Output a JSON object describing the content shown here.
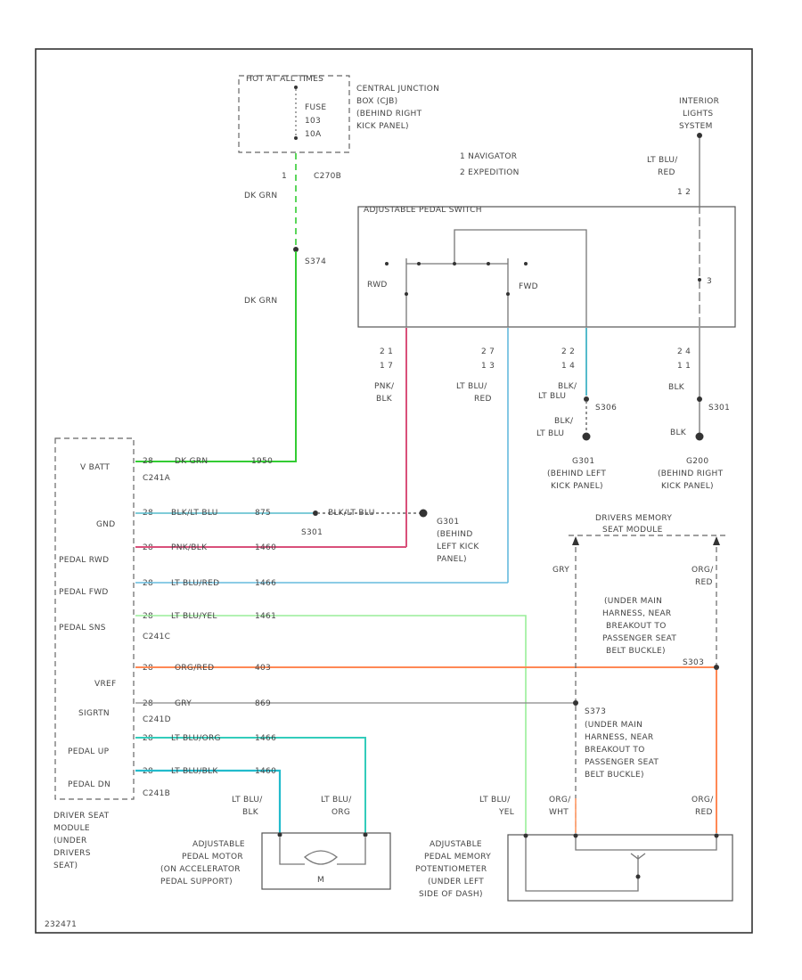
{
  "labels": {
    "hotAtAllTimes": "HOT AT ALL TIMES",
    "fuse": "FUSE",
    "fuseNo": "103",
    "fuseAmp": "10A",
    "cjbLine1": "CENTRAL JUNCTION",
    "cjbLine2": "BOX (CJB)",
    "cjbLine3": "(BEHIND RIGHT",
    "cjbLine4": "KICK PANEL)",
    "c270b": "C270B",
    "c270bPin": "1",
    "dkGrn1": "DK GRN",
    "s374": "S374",
    "dkGrn2": "DK GRN",
    "legend1": "1  NAVIGATOR",
    "legend2": "2  EXPEDITION",
    "intLightsLine1": "INTERIOR",
    "intLightsLine2": "LIGHTS",
    "intLightsLine3": "SYSTEM",
    "ltBluRedTop1": "LT BLU/",
    "ltBluRedTop2": "RED",
    "pins12": "1  2",
    "adjPedalSwitch": "ADJUSTABLE PEDAL SWITCH",
    "rwd": "RWD",
    "fwd": "FWD",
    "sw3": "3",
    "pins21": "2  1",
    "pins17": "1  7",
    "pins27": "2  7",
    "pins13": "1  3",
    "pins22": "2  2",
    "pins14": "1  4",
    "pins24": "2  4",
    "pins11": "1  1",
    "pnkBlk1": "PNK/",
    "pnkBlk2": "BLK",
    "ltBluRedMid1": "LT BLU/",
    "ltBluRedMid2": "RED",
    "blkLtBlu1a": "BLK/",
    "blkLtBlu1b": "LT BLU",
    "s306": "S306",
    "blkLtBlu2a": "BLK/",
    "blkLtBlu2b": "LT BLU",
    "blkRight": "BLK",
    "s301": "S301",
    "blkRight2": "BLK",
    "g301a": "G301",
    "g301b": "(BEHIND LEFT",
    "g301c": "KICK PANEL)",
    "g200a": "G200",
    "g200b": "(BEHIND RIGHT",
    "g200c": "KICK PANEL)",
    "vbatt": "V BATT",
    "c241a": "C241A",
    "gnd": "GND",
    "pedalRwd": "PEDAL RWD",
    "pedalFwd": "PEDAL FWD",
    "pedalSns": "PEDAL SNS",
    "c241c": "C241C",
    "vref": "VREF",
    "sigrtn": "SIGRTN",
    "c241d": "C241D",
    "pedalUp": "PEDAL UP",
    "pedalDn": "PEDAL DN",
    "c241b": "C241B",
    "wVbatt": "DK GRN",
    "cVbatt": "1950",
    "wGnd": "BLK/LT BLU",
    "cGnd": "875",
    "wGnd2": "BLK/LT BLU",
    "s301mid": "S301",
    "g301Mid1": "G301",
    "g301Mid2": "(BEHIND",
    "g301Mid3": "LEFT KICK",
    "g301Mid4": "PANEL)",
    "wRwd": "PNK/BLK",
    "cRwd": "1460",
    "wFwd": "LT BLU/RED",
    "cFwd": "1466",
    "wSns": "LT BLU/YEL",
    "cSns": "1461",
    "wVref": "ORG/RED",
    "cVref": "403",
    "wSig": "GRY",
    "cSig": "869",
    "wUp": "LT BLU/ORG",
    "cUp": "1466",
    "wDn": "LT BLU/BLK",
    "cDn": "1460",
    "pinNum": "28",
    "memModule1": "DRIVERS MEMORY",
    "memModule2": "SEAT MODULE",
    "gryLeft": "GRY",
    "orgRed1": "ORG/",
    "orgRed2": "RED",
    "s370a": "(UNDER MAIN",
    "s370b": "HARNESS, NEAR",
    "s370c": "BREAKOUT TO",
    "s370d": "PASSENGER SEAT",
    "s370e": "BELT BUCKLE)",
    "s303": "S303",
    "s373": "S373",
    "s373a": "(UNDER MAIN",
    "s373b": "HARNESS, NEAR",
    "s373c": "BREAKOUT TO",
    "s373d": "PASSENGER SEAT",
    "s373e": "BELT BUCKLE)",
    "dsmLine1": "DRIVER SEAT",
    "dsmLine2": "MODULE",
    "dsmLine3": "(UNDER",
    "dsmLine4": "DRIVERS",
    "dsmLine5": "SEAT)",
    "ltBluBlk1": "LT BLU/",
    "ltBluBlk2": "BLK",
    "ltBluOrg1": "LT BLU/",
    "ltBluOrg2": "ORG",
    "motorLine1": "ADJUSTABLE",
    "motorLine2": "PEDAL MOTOR",
    "motorLine3": "(ON ACCELERATOR",
    "motorLine4": "PEDAL SUPPORT)",
    "motorM": "M",
    "ltBluYel1": "LT BLU/",
    "ltBluYel2": "YEL",
    "orgWht1": "ORG/",
    "orgWht2": "WHT",
    "orgRedB1": "ORG/",
    "orgRedB2": "RED",
    "potLine1": "ADJUSTABLE",
    "potLine2": "PEDAL MEMORY",
    "potLine3": "POTENTIOMETER",
    "potLine4": "(UNDER LEFT",
    "potLine5": "SIDE OF DASH)",
    "figId": "232471"
  },
  "colors": {
    "dkGrn": "#33cc33",
    "pnkBlk": "#d9507a",
    "ltBluRed": "#66bbdd",
    "ltBluYel": "#99ee99",
    "orgRed": "#ff8855",
    "ltBluOrg": "#33ccbb",
    "ltBluBlk": "#22bbcc",
    "gry": "#888888"
  }
}
